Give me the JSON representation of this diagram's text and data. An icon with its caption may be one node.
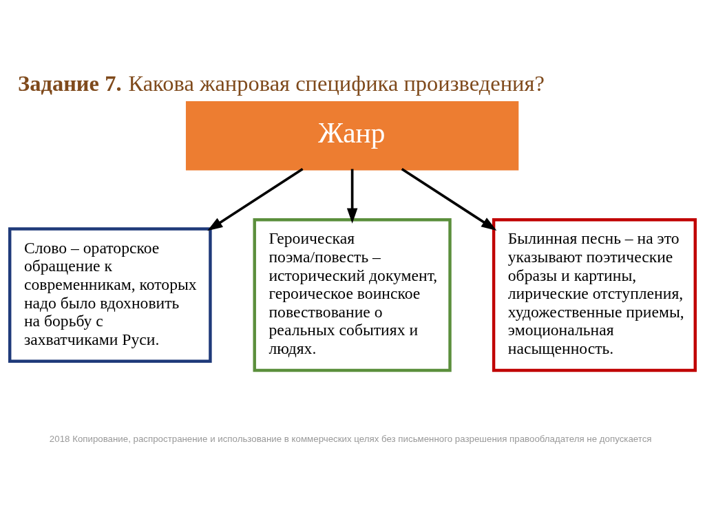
{
  "diagram": {
    "title": "**Задание 7.** Какова жанровая специфика произведения?",
    "nodes": [
      {
        "text": [
          "Жанр"
        ]
      },
      {
        "text": [
          "Слово – ораторское обращение к современникам, которых надо было вдохновить на борьбу с захватчиками Руси."
        ]
      },
      {
        "text": [
          "Героическая поэма/повесть – исторический документ, героическое воинское повествование о реальных событиях и людях."
        ]
      },
      {
        "text": [
          "Былинная песнь – на это указывают поэтические образы и картины, лирические отступления, художественные приемы, эмоциональная насыщенность."
        ]
      }
    ],
    "edges": [
      {
        "from": 0,
        "to": 1,
        "arrow": "to"
      },
      {
        "from": 0,
        "to": 2,
        "arrow": "to"
      },
      {
        "from": 0,
        "to": 3,
        "arrow": "to"
      }
    ],
    "labels": [
      "2018 Копирование, распространение и использование в коммерческих целях без письменного разрешения правообладателя не допускается"
    ]
  }
}
